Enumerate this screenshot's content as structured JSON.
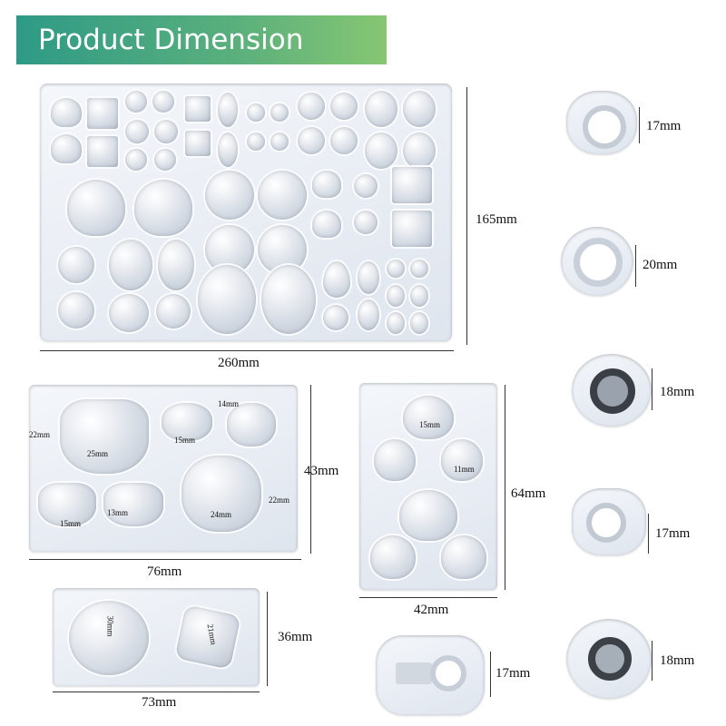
{
  "banner": {
    "title": "Product Dimension"
  },
  "large_mold": {
    "width_label": "260mm",
    "height_label": "165mm"
  },
  "cat_mold": {
    "width_label": "76mm",
    "height_label": "43mm",
    "inner": {
      "cat_big_h": "22mm",
      "cat_big_w": "25mm",
      "paw_small_h": "14mm",
      "paw_small_w": "15mm",
      "cat_small_w": "15mm",
      "cat_small_h": "13mm",
      "paw_big_w": "24mm",
      "paw_big_h": "22mm"
    }
  },
  "heart_mold": {
    "width_label": "42mm",
    "height_label": "64mm",
    "inner": {
      "heart_big_w": "15mm",
      "heart_small_w": "11mm"
    }
  },
  "moon_mold": {
    "width_label": "73mm",
    "height_label": "36mm",
    "inner": {
      "moon_h": "30mm",
      "star_w": "21mm"
    }
  },
  "rings": [
    {
      "size_label": "17mm"
    },
    {
      "size_label": "20mm"
    },
    {
      "size_label": "18mm"
    },
    {
      "size_label": "17mm"
    },
    {
      "size_label": "18mm"
    }
  ],
  "oval_ring": {
    "size_label": "17mm"
  }
}
